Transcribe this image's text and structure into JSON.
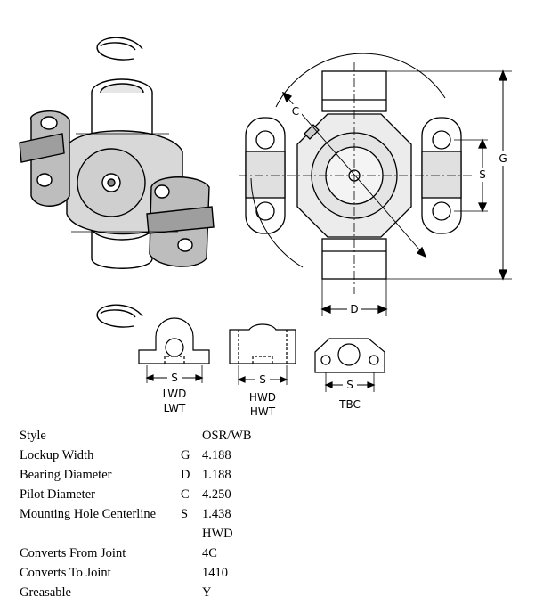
{
  "diagram": {
    "labels": {
      "g": "G",
      "d": "D",
      "c": "C",
      "s": "S"
    },
    "flange_styles": [
      {
        "dim": "S",
        "name": "LWD\nLWT"
      },
      {
        "dim": "S",
        "name": "HWD\nHWT"
      },
      {
        "dim": "S",
        "name": "TBC"
      }
    ]
  },
  "specs": {
    "rows": [
      {
        "name": "Style",
        "code": "",
        "value": "OSR/WB"
      },
      {
        "name": "Lockup Width",
        "code": "G",
        "value": "4.188"
      },
      {
        "name": "Bearing Diameter",
        "code": "D",
        "value": "1.188"
      },
      {
        "name": "Pilot Diameter",
        "code": "C",
        "value": "4.250"
      },
      {
        "name": "Mounting Hole Centerline",
        "code": "S",
        "value": "1.438"
      },
      {
        "name": "",
        "code": "",
        "value": "HWD"
      },
      {
        "name": "Converts From Joint",
        "code": "",
        "value": "4C"
      },
      {
        "name": "Converts To Joint",
        "code": "",
        "value": "1410"
      },
      {
        "name": "Greasable",
        "code": "",
        "value": "Y"
      }
    ]
  }
}
